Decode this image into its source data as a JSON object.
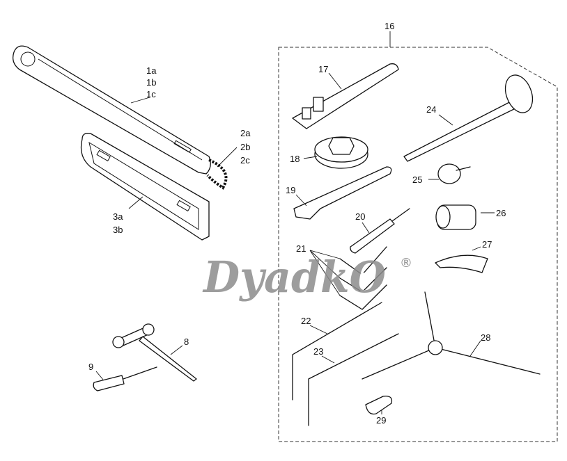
{
  "diagram": {
    "watermark": "DyadkO",
    "registered_mark": "®",
    "labels": {
      "p1a": "1a",
      "p1b": "1b",
      "p1c": "1c",
      "p2a": "2a",
      "p2b": "2b",
      "p2c": "2c",
      "p3a": "3a",
      "p3b": "3b",
      "p8": "8",
      "p9": "9",
      "p16": "16",
      "p17": "17",
      "p18": "18",
      "p19": "19",
      "p20": "20",
      "p21": "21",
      "p22": "22",
      "p23": "23",
      "p24": "24",
      "p25": "25",
      "p26": "26",
      "p27": "27",
      "p28": "28",
      "p29": "29"
    }
  }
}
